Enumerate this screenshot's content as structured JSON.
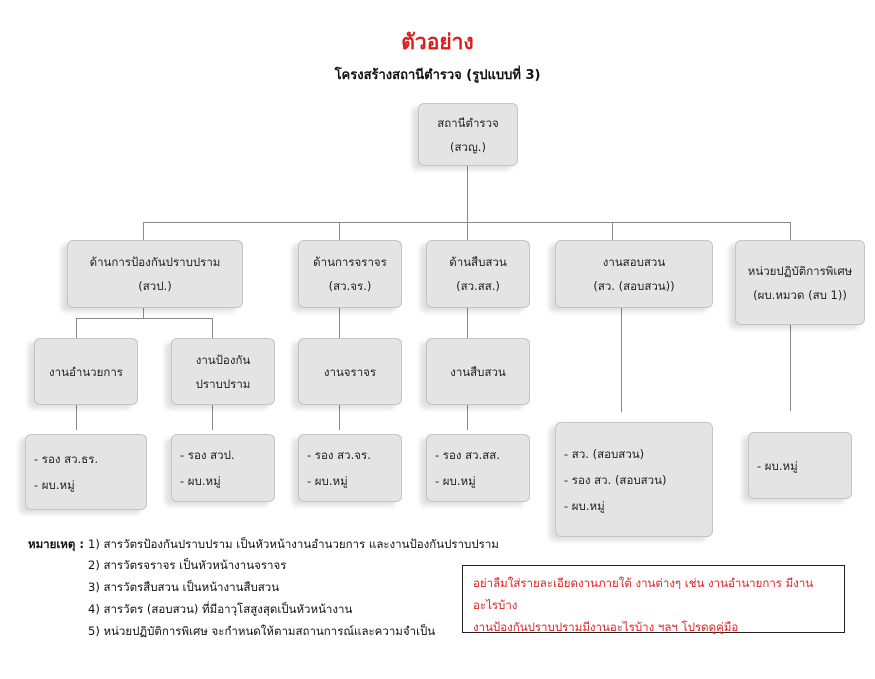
{
  "title": "ตัวอย่าง",
  "subtitle": "โครงสร้างสถานีตำรวจ (รูปแบบที่ 3)",
  "root": {
    "line1": "สถานีตำรวจ",
    "line2": "(สวญ.)"
  },
  "divisions": [
    {
      "line1": "ด้านการป้องกันปราบปราม",
      "line2": "(สวป.)"
    },
    {
      "line1": "ด้านการจราจร",
      "line2": "(สว.จร.)"
    },
    {
      "line1": "ด้านสืบสวน",
      "line2": "(สว.สส.)"
    },
    {
      "line1": "งานสอบสวน",
      "line2": "(สว. (สอบสวน))"
    },
    {
      "line1": "หน่วยปฏิบัติการพิเศษ",
      "line2": "(ผบ.หมวด (สบ 1))"
    }
  ],
  "units": [
    {
      "line1": "งานอำนวยการ"
    },
    {
      "line1": "งานป้องกัน",
      "line2": "ปราบปราม"
    },
    {
      "line1": "งานจราจร"
    },
    {
      "line1": "งานสืบสวน"
    }
  ],
  "staff": [
    [
      "- รอง สว.ธร.",
      "- ผบ.หมู่"
    ],
    [
      "- รอง สวป.",
      "- ผบ.หมู่"
    ],
    [
      "- รอง สว.จร.",
      "- ผบ.หมู่"
    ],
    [
      "- รอง สว.สส.",
      "- ผบ.หมู่"
    ],
    [
      "- สว. (สอบสวน)",
      "- รอง สว. (สอบสวน)",
      "- ผบ.หมู่"
    ],
    [
      "- ผบ.หมู่"
    ]
  ],
  "notes": {
    "label": "หมายเหตุ :",
    "items": [
      "1) สารวัตรป้องกันปราบปราม เป็นหัวหน้างานอำนวยการ และงานป้องกันปราบปราม",
      "2) สารวัตรจราจร เป็นหัวหน้างานจราจร",
      "3) สารวัตรสืบสวน เป็นหน้างานสืบสวน",
      "4) สารวัตร (สอบสวน) ที่มีอาวุโสสูงสุดเป็นหัวหน้างาน",
      "5) หน่วยปฏิบัติการพิเศษ จะกำหนดให้ตามสถานการณ์และความจำเป็น"
    ]
  },
  "reminder": {
    "line1": "อย่าลืมใส่รายละเอียดงานภายใต้ งานต่างๆ เช่น งานอำนายการ มีงานอะไรบ้าง",
    "line2": "งานป้องกันปราบปรามมีงานอะไรบ้าง ฯลฯ โปรดดูคู่มือ"
  },
  "colors": {
    "title": "#e01b1b",
    "box": "#e4e4e4",
    "reminder": "#e02020"
  }
}
